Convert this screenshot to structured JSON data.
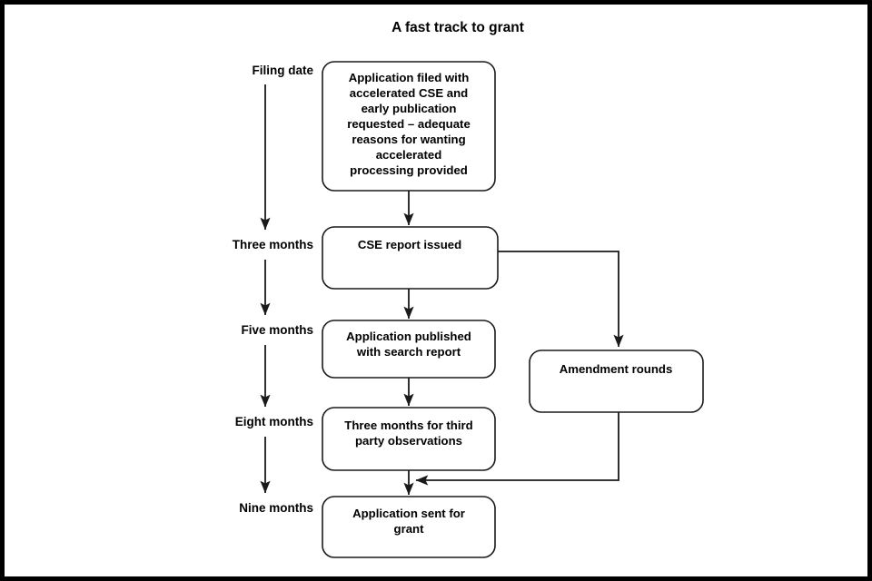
{
  "figure": {
    "title": "A fast track to grant",
    "frame_color": "#000000",
    "canvas_color": "#ffffff",
    "line_color": "#1a1a1a",
    "text_color": "#000000"
  },
  "timeline": {
    "label": "timeline-stages",
    "stages": [
      {
        "id": "filing-date",
        "label": "Filing date"
      },
      {
        "id": "three-months",
        "label": "Three months"
      },
      {
        "id": "five-months",
        "label": "Five months"
      },
      {
        "id": "eight-months",
        "label": "Eight months"
      },
      {
        "id": "nine-months",
        "label": "Nine months"
      }
    ]
  },
  "nodes": [
    {
      "id": "application-filed",
      "lines": [
        "Application filed with",
        "accelerated CSE and",
        "early publication",
        "requested – adequate",
        "reasons for wanting",
        "accelerated",
        "processing provided"
      ]
    },
    {
      "id": "cse-report-issued",
      "lines": [
        "CSE report issued"
      ]
    },
    {
      "id": "application-published",
      "lines": [
        "Application published",
        "with search report"
      ]
    },
    {
      "id": "third-party-observations",
      "lines": [
        "Three months for third",
        "party observations"
      ]
    },
    {
      "id": "application-sent-for-grant",
      "lines": [
        "Application sent for",
        "grant"
      ]
    },
    {
      "id": "amendment-rounds",
      "lines": [
        "Amendment rounds"
      ]
    }
  ],
  "connectors": [
    {
      "id": "filing-to-three-months",
      "from": "filing-date",
      "to": "three-months"
    },
    {
      "id": "three-to-five-months",
      "from": "three-months",
      "to": "five-months"
    },
    {
      "id": "five-to-eight-months",
      "from": "five-months",
      "to": "eight-months"
    },
    {
      "id": "eight-to-nine-months",
      "from": "eight-months",
      "to": "nine-months"
    },
    {
      "id": "filed-to-cse-report",
      "from": "application-filed",
      "to": "cse-report-issued"
    },
    {
      "id": "cse-report-to-published",
      "from": "cse-report-issued",
      "to": "application-published"
    },
    {
      "id": "published-to-observations",
      "from": "application-published",
      "to": "third-party-observations"
    },
    {
      "id": "observations-to-grant",
      "from": "third-party-observations",
      "to": "application-sent-for-grant"
    },
    {
      "id": "cse-report-to-amendment-rounds",
      "from": "cse-report-issued",
      "to": "amendment-rounds"
    },
    {
      "id": "amendment-rounds-to-grant",
      "from": "amendment-rounds",
      "to": "application-sent-for-grant"
    }
  ]
}
